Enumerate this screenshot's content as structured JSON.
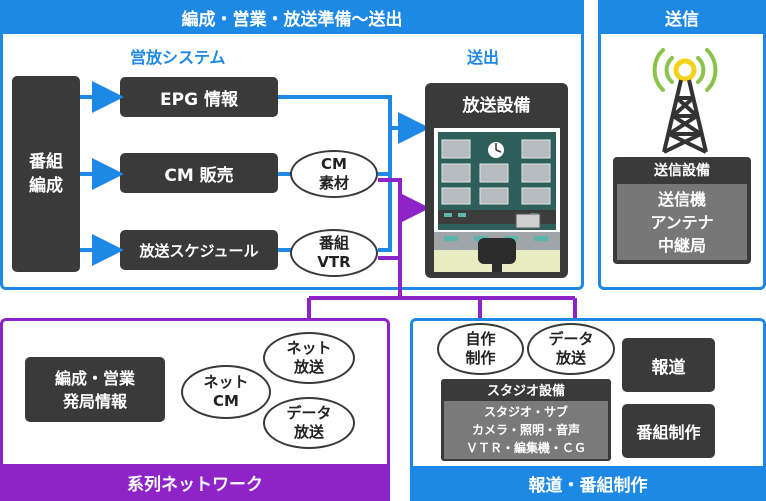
{
  "panels": {
    "top_left": {
      "title": "編成・営業・放送準備〜送出",
      "sub_left": "営放システム",
      "sub_right": "送出"
    },
    "top_right": {
      "title": "送信"
    },
    "bottom_left": {
      "title": "系列ネットワーク"
    },
    "bottom_right": {
      "title": "報道・番組制作"
    }
  },
  "top_left": {
    "bangumi_hensei": "番組\n編成",
    "epg": "EPG 情報",
    "cm_sales": "CM 販売",
    "schedule": "放送スケジュール",
    "cm_material": "CM\n素材",
    "program_vtr": "番組\nVTR",
    "broadcast_facility": "放送設備"
  },
  "top_right": {
    "facility_title": "送信設備",
    "facility_items": "送信機\nアンテナ\n中継局"
  },
  "bottom_left": {
    "hensei_info": "編成・営業\n発局情報",
    "net_cm": "ネット\nCM",
    "net_broadcast": "ネット\n放送",
    "data_broadcast": "データ\n放送"
  },
  "bottom_right": {
    "self_made": "自作\n制作",
    "data_broadcast": "データ\n放送",
    "studio_title": "スタジオ設備",
    "studio_items": "スタジオ・サブ\nカメラ・照明・音声\nＶＴＲ・編集機・ＣＧ",
    "news": "報道",
    "program_production": "番組制作"
  },
  "colors": {
    "blue": "#1e88e5",
    "purple": "#8e24c8",
    "dark": "#3a3a3a",
    "grey": "#7a7a7a",
    "signal_green": "#8bc34a"
  }
}
